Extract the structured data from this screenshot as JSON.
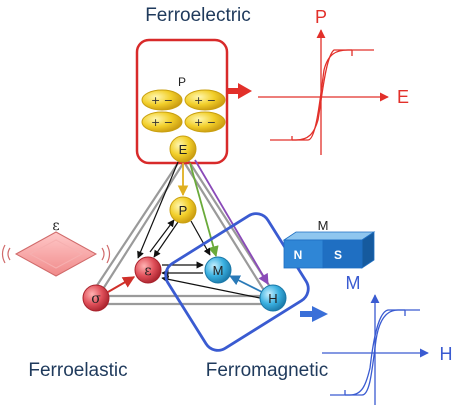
{
  "labels": {
    "ferroelectric": "Ferroelectric",
    "ferroelastic": "Ferroelastic",
    "ferromagnetic": "Ferromagnetic"
  },
  "nodes": {
    "E": "E",
    "P": "P",
    "M": "M",
    "H": "H",
    "epsilon": "ε",
    "sigma": "σ"
  },
  "dipoles": {
    "title": "P",
    "cell": "+ −"
  },
  "strain_symbol": "ε",
  "magnet": {
    "title": "M",
    "north": "N",
    "south": "S"
  },
  "loops": {
    "electric": {
      "y_label": "P",
      "x_label": "E"
    },
    "magnetic": {
      "y_label": "M",
      "x_label": "H"
    }
  },
  "colors": {
    "ferroelectric": "#e2302a",
    "ferromagnetic": "#3a5bd1",
    "node_yellow": "#f2cf2a",
    "node_red": "#e0505a",
    "node_blue": "#3ab0e0",
    "magnet_blue": "#1f6fc2"
  }
}
